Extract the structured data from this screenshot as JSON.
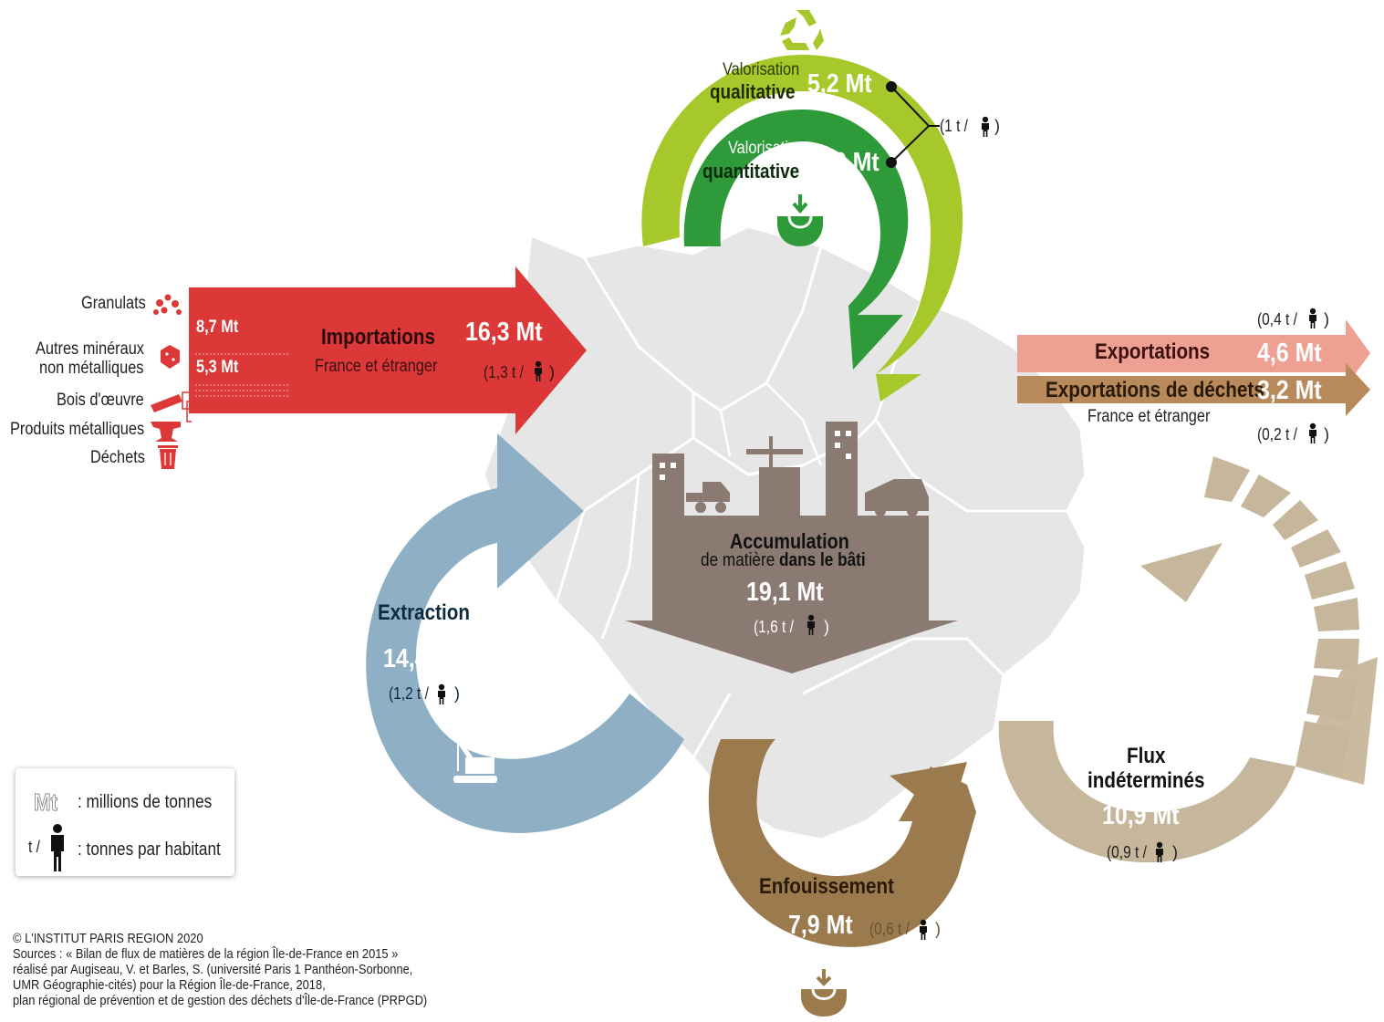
{
  "colors": {
    "import_red": "#dc3838",
    "extraction_blue": "#8fb0c4",
    "accumulation_brown": "#8a7a72",
    "enfouissement_brown": "#9b7a4e",
    "flux_beige": "#c6b69b",
    "valorisation_light_green": "#a6c82a",
    "valorisation_dark_green": "#2e9a3a",
    "export_salmon": "#eea092",
    "export_dechets_tan": "#b8895a",
    "map_grey": "#e7e7e7"
  },
  "icons": [
    "recycle-icon",
    "landfill-icon",
    "person-icon",
    "crane-icon",
    "gravel-icon",
    "mineral-icon",
    "wood-icon",
    "anvil-icon",
    "trash-icon"
  ],
  "imports": {
    "inputs": {
      "granulats": "Granulats",
      "autres_mineraux_1": "Autres minéraux",
      "autres_mineraux_2": "non métalliques",
      "bois": "Bois d'œuvre",
      "produits_metalliques": "Produits métalliques",
      "dechets": "Déchets"
    },
    "value_granulats": "8,7 Mt",
    "value_mineraux": "5,3 Mt",
    "title": "Importations",
    "subtitle": "France et étranger",
    "value": "16,3 Mt",
    "per_capita": "(1,3 t /",
    "per_capita_close": ")"
  },
  "valorisation": {
    "qualitative_label1": "Valorisation",
    "qualitative_label2": "qualitative",
    "qualitative_value": "5,2 Mt",
    "quantitative_label1": "Valorisation",
    "quantitative_label2": "quantitative",
    "quantitative_value": "6,3 Mt",
    "per_capita": "(1 t /",
    "per_capita_close": ")"
  },
  "exports": {
    "per_capita_top": "(0,4 t /",
    "per_capita_top_close": ")",
    "title": "Exportations",
    "value": "4,6 Mt",
    "dechets_title": "Exportations de déchets",
    "dechets_value": "3,2 Mt",
    "subtitle": "France et étranger",
    "per_capita_bottom": "(0,2 t /",
    "per_capita_bottom_close": ")"
  },
  "accumulation": {
    "title": "Accumulation",
    "subtitle_pre": "de matière ",
    "subtitle_bold": "dans le bâti",
    "value": "19,1 Mt",
    "per_capita": "(1,6  t /",
    "per_capita_close": ")"
  },
  "extraction": {
    "title": "Extraction",
    "value": "14,4 Mt",
    "per_capita": "(1,2 t /",
    "per_capita_close": ")"
  },
  "flux": {
    "title1": "Flux",
    "title2": "indéterminés",
    "value": "10,9 Mt",
    "per_capita": "(0,9 t /",
    "per_capita_close": ")"
  },
  "enfouissement": {
    "title": "Enfouissement",
    "value": "7,9 Mt",
    "per_capita": "(0,6 t /",
    "per_capita_close": ")"
  },
  "legend": {
    "mt_symbol": "Mt",
    "mt_text": ": millions de tonnes",
    "t_symbol": "t /",
    "t_text": ": tonnes par habitant"
  },
  "sources": {
    "copyright": "© L'INSTITUT PARIS REGION 2020",
    "line1": "Sources : « Bilan de flux de matières de la région Île-de-France en 2015 »",
    "line2": "réalisé par Augiseau, V. et Barles, S. (université Paris 1 Panthéon-Sorbonne,",
    "line3": "UMR Géographie-cités) pour la Région Île-de-France, 2018,",
    "line4": "plan régional de prévention et de gestion des déchets d'Île-de-France (PRPGD)"
  }
}
